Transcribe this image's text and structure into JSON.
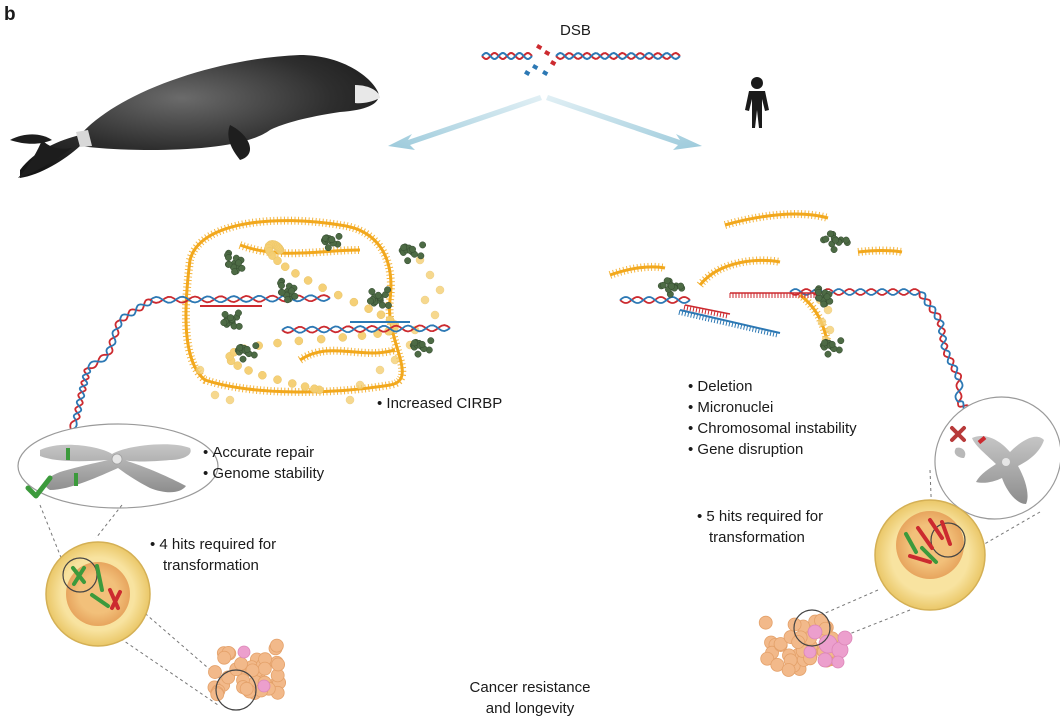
{
  "panel_label": "b",
  "top": {
    "dsb_label": "DSB"
  },
  "whale_side": {
    "cirbp_label": "Increased CIRBP",
    "repair_bullets": [
      "Accurate repair",
      "Genome stability"
    ],
    "hits_text_line1": "4 hits required for",
    "hits_text_line2": "transformation"
  },
  "human_side": {
    "outcome_bullets": [
      "Deletion",
      "Micronuclei",
      "Chromosomal instability",
      "Gene disruption"
    ],
    "hits_text_line1": "5 hits required for",
    "hits_text_line2": "transformation"
  },
  "bottom": {
    "line1": "Cancer resistance",
    "line2": "and longevity"
  },
  "colors": {
    "arrow": "#a9d0de",
    "rna": "#f2a81d",
    "protein": "#4d6b45",
    "dna_red": "#cc2a2f",
    "dna_blue": "#2c78b4",
    "check": "#3c9a3c",
    "cross": "#b83a3a",
    "cell": "#f6dc8a",
    "nucleus": "#eeb56a",
    "tumor": "#f2b98a",
    "tumor_pink": "#ec9fcd"
  }
}
